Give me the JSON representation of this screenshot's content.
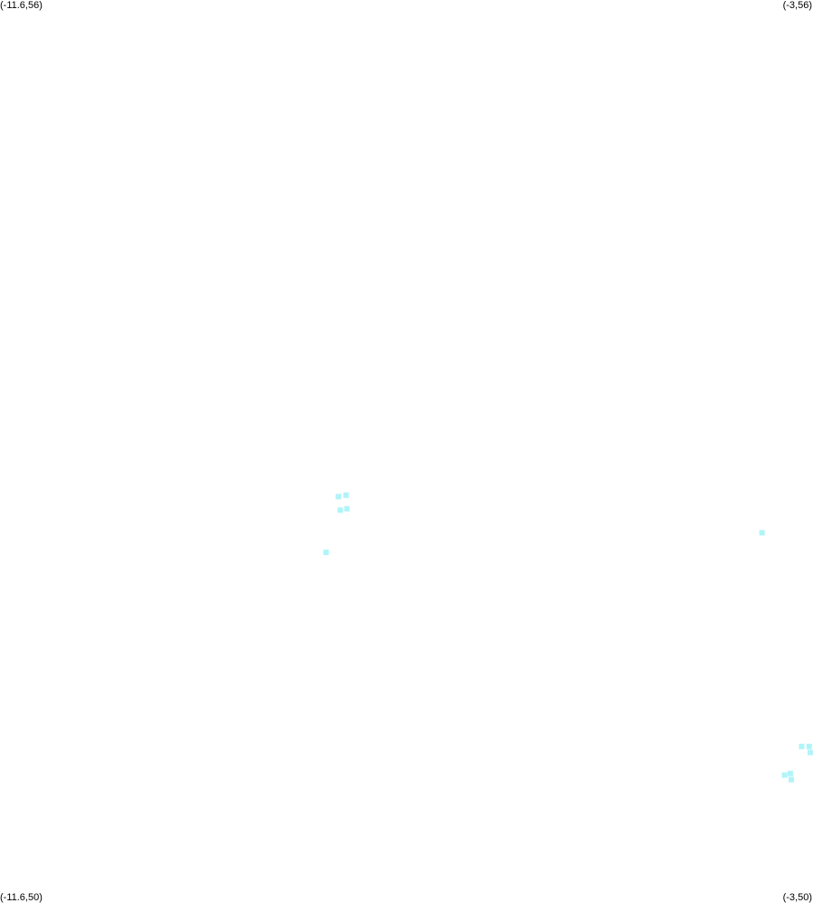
{
  "corners": {
    "top_left": "(-11.6,56)",
    "top_right": "(-3,56)",
    "bottom_left": "(-11.6,50)",
    "bottom_right": "(-3,50)"
  },
  "extent": {
    "lon_min": -11.6,
    "lon_max": -3,
    "lat_min": 50,
    "lat_max": 56
  },
  "marker_color": "#b0f4f8",
  "chart_data": {
    "type": "scatter",
    "xlabel": "",
    "ylabel": "",
    "xlim": [
      -11.6,
      -3
    ],
    "ylim": [
      50,
      56
    ],
    "grid": false,
    "points": [
      {
        "x": -8.02,
        "y": 52.7
      },
      {
        "x": -7.94,
        "y": 52.71
      },
      {
        "x": -8.0,
        "y": 52.61
      },
      {
        "x": -7.93,
        "y": 52.62
      },
      {
        "x": -8.15,
        "y": 52.33
      },
      {
        "x": -3.54,
        "y": 52.46
      },
      {
        "x": -3.12,
        "y": 51.04
      },
      {
        "x": -3.04,
        "y": 51.04
      },
      {
        "x": -3.03,
        "y": 51.0
      },
      {
        "x": -3.3,
        "y": 50.85
      },
      {
        "x": -3.24,
        "y": 50.86
      },
      {
        "x": -3.23,
        "y": 50.82
      }
    ]
  }
}
